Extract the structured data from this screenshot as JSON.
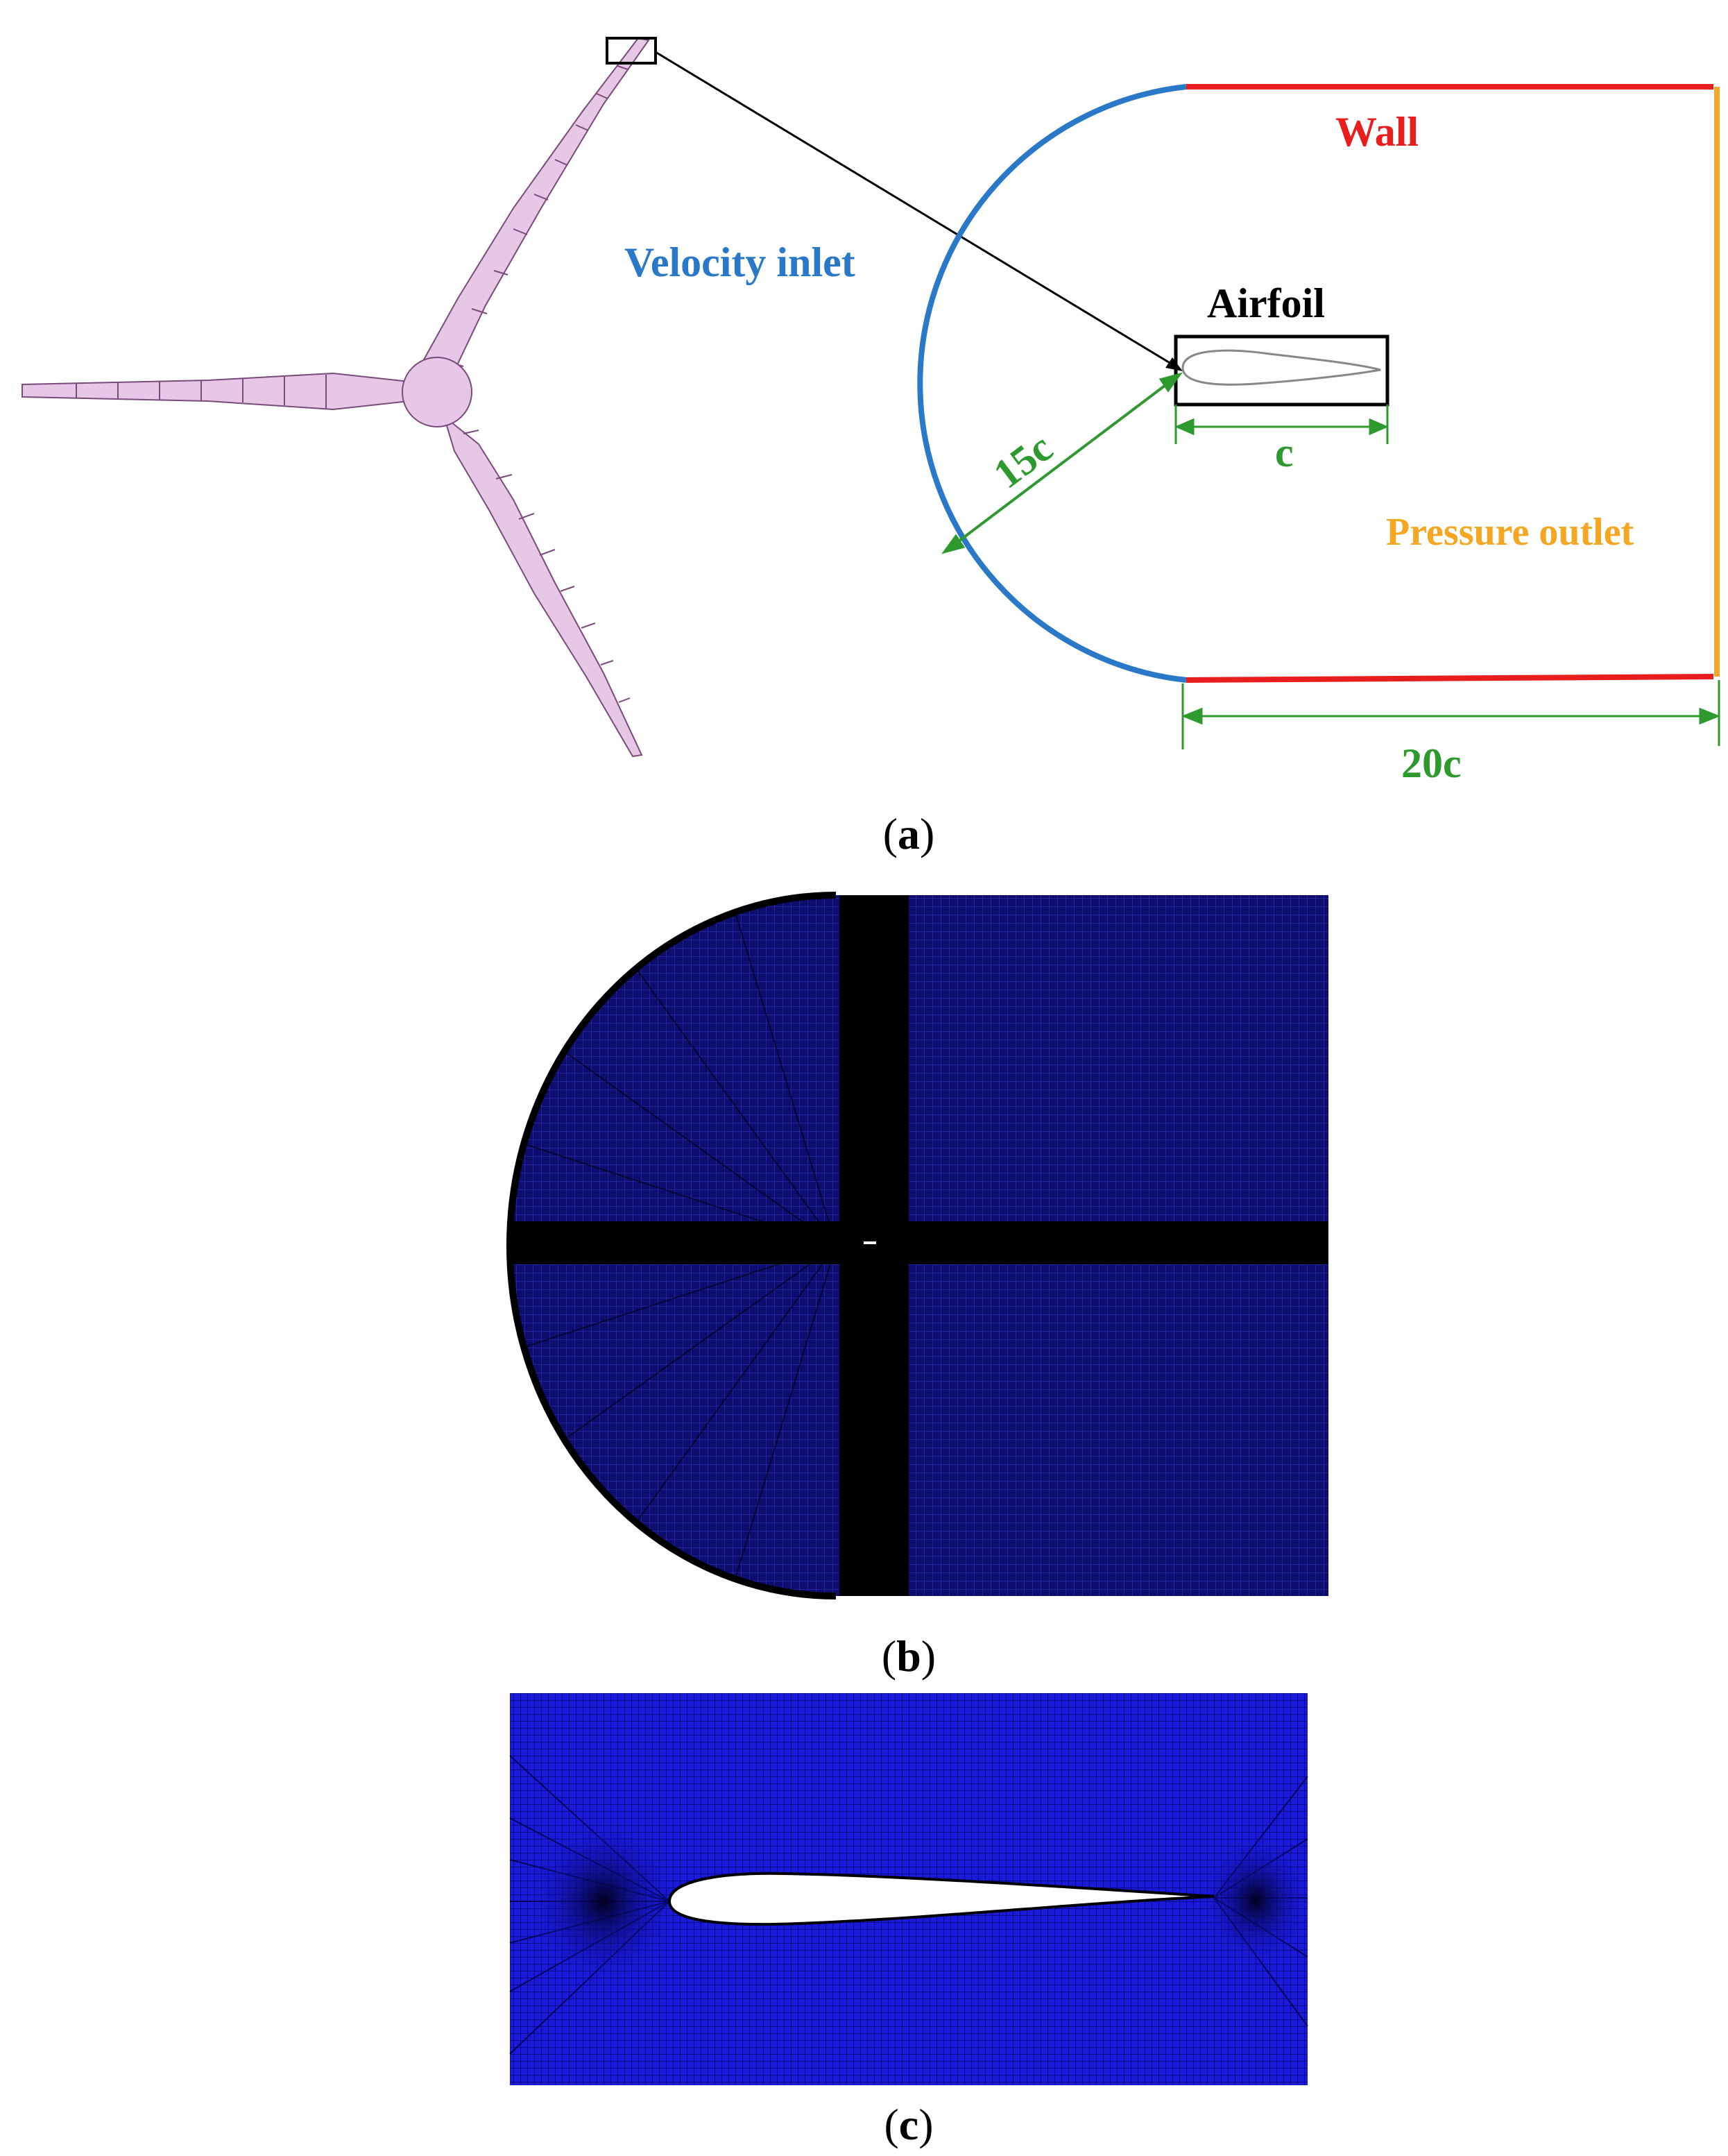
{
  "panel_a": {
    "caption_open": "(",
    "caption_letter": "a",
    "caption_close": ")",
    "labels": {
      "wall": "Wall",
      "velocity_inlet": "Velocity inlet",
      "airfoil": "Airfoil",
      "pressure_outlet": "Pressure outlet",
      "radius": "15c",
      "chord": "c",
      "downstream": "20c"
    },
    "colors": {
      "wall": "#e81d1d",
      "velocity_inlet": "#2a78c8",
      "pressure_outlet": "#f5a623",
      "dimension": "#2e9a2e",
      "rotor": "#e6c8e6"
    }
  },
  "panel_b": {
    "caption_open": "(",
    "caption_letter": "b",
    "caption_close": ")",
    "colors": {
      "mesh": "#0d0d6e",
      "mesh_line": "#2a2ab0",
      "dense": "#000000"
    }
  },
  "panel_c": {
    "caption_open": "(",
    "caption_letter": "c",
    "caption_close": ")",
    "colors": {
      "mesh": "#1a1ad8",
      "mesh_line": "#000060"
    }
  }
}
